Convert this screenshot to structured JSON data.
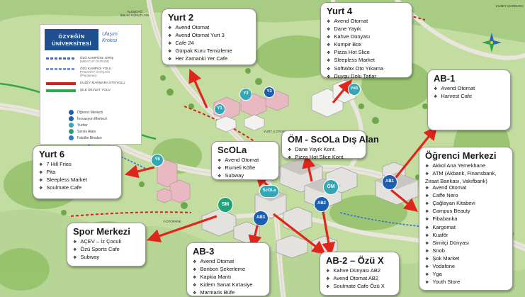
{
  "legend": {
    "logo_line1": "ÖZYEĞİN",
    "logo_line2": "ÜNİVERSİTESİ",
    "subtitle_line1": "Ulaşım",
    "subtitle_line2": "Krokisi",
    "items": [
      {
        "label": "ÖZÜ KAMPÜSE GİRİŞ",
        "sub": "(MEVCUT DURUM)",
        "color": "#3a6fd0",
        "style": "dash"
      },
      {
        "label": "ÖZÜ KAMPÜS YOLU",
        "sub": "PASARAY KAVŞAĞI",
        "sub2": "(Planlanan)",
        "color": "#7a8fd8",
        "style": "dash"
      },
      {
        "label": "KUZEY MARMARA OTOYOLU",
        "sub": "",
        "color": "#d42020",
        "style": "solid"
      },
      {
        "label": "ŞİLE DEVLET YOLU",
        "sub": "",
        "color": "#2ea84a",
        "style": "solid"
      }
    ],
    "keys": [
      {
        "label": "Öğrenci Merkezi",
        "color": "#1d5fae"
      },
      {
        "label": "İnovasyon Merkezi",
        "color": "#1d5fae"
      },
      {
        "label": "Yurtlar",
        "color": "#35a6b5"
      },
      {
        "label": "Servis Alanı",
        "color": "#24a07a"
      },
      {
        "label": "Fakülte Binaları",
        "color": "#2b7bc0"
      }
    ]
  },
  "callouts": {
    "yurt2": {
      "title": "Yurt 2",
      "items": [
        "Avend Otomat",
        "Avend Otomat Yurt 3",
        "Cafe 24",
        "Gürpak Kuru Temizleme",
        "Her Zamanki Yer Cafe"
      ]
    },
    "yurt4": {
      "title": "Yurt 4",
      "items": [
        "Avend Otomat",
        "Dane Yayık",
        "Kahve Dünyası",
        "Kumpir Box",
        "Pizza Hot Slice",
        "Sleepless Market",
        "SoftWax Oto Yıkama",
        "Duygu Dolu Tatlar"
      ]
    },
    "ab1": {
      "title": "AB-1",
      "items": [
        "Avend Otomat",
        "Harvest Cafe"
      ]
    },
    "yurt6": {
      "title": "Yurt 6",
      "items": [
        "7 Hill Fries",
        "Pita",
        "Sleepless Market",
        "Soulmate Cafe"
      ]
    },
    "scola": {
      "title": "ScOLa",
      "items": [
        "Avend Otomat",
        "Rumeli Köfte",
        "Subway"
      ]
    },
    "om": {
      "title": "ÖM - ScOLa Dış Alan",
      "items": [
        "Dane Yayık Kont.",
        "Pizza Hot Slice Kont."
      ]
    },
    "ogr": {
      "title": "Öğrenci Merkezi",
      "items": [
        "Akkol Ana Yemekhane",
        "ATM (Akbank, Finansbank, Ziraat Bankası, Vakıfbank)",
        "Avend Otomat",
        "Caffe Nero",
        "Çağlayan Kitabevi",
        "Campus Beauty",
        "Fibabanka",
        "Kargomat",
        "Kuaför",
        "Simitçi Dünyası",
        "Snob",
        "Şok Market",
        "Vodafone",
        "Yga",
        "Youth Store"
      ]
    },
    "spor": {
      "title": "Spor Merkezi",
      "items": [
        "AÇEV – İz Çocuk",
        "Özü Sports Cafe",
        "Subway"
      ]
    },
    "ab3": {
      "title": "AB-3",
      "items": [
        "Avend Otomat",
        "Bonbon Şekerleme",
        "Kapkia Mantı",
        "Kidem Sanat Kırtasiye",
        "Marmaris Büfe"
      ]
    },
    "ab2": {
      "title": "AB-2 – Özü X",
      "items": [
        "Kahve Dünyası AB2",
        "Avend Otomat AB2",
        "Soulmate Cafe Özü X"
      ]
    }
  },
  "badges": {
    "y1": "Y1",
    "y2": "Y2",
    "y3": "Y3",
    "y4": "Y4/5",
    "y6": "Y6",
    "sm": "SM",
    "scola": "ScOLa",
    "ab3": "AB3",
    "om": "ÖM",
    "ab2": "AB2",
    "ab1": "AB1"
  },
  "map_labels": {
    "north": "ALEMDAĞ\nİMLAK KONUTLARI",
    "top_right": "KUZEY MARMARA",
    "yurt_otopark": "YURT 4 OTOPARKI",
    "y_otopark": "Y-OTOPARK"
  }
}
